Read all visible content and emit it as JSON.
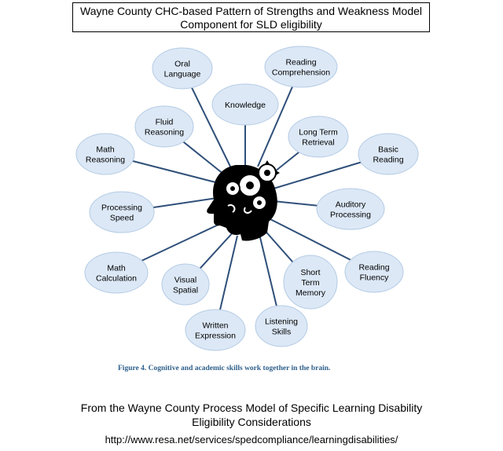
{
  "title": {
    "line1": "Wayne County CHC-based Pattern of Strengths and Weakness Model",
    "line2": "Component for SLD eligibility"
  },
  "nodes": [
    {
      "id": "oral-language",
      "label": [
        "Oral",
        "Language"
      ]
    },
    {
      "id": "reading-comprehension",
      "label": [
        "Reading",
        "Comprehension"
      ]
    },
    {
      "id": "knowledge",
      "label": [
        "Knowledge"
      ]
    },
    {
      "id": "fluid-reasoning",
      "label": [
        "Fluid",
        "Reasoning"
      ]
    },
    {
      "id": "long-term-retrieval",
      "label": [
        "Long Term",
        "Retrieval"
      ]
    },
    {
      "id": "math-reasoning",
      "label": [
        "Math",
        "Reasoning"
      ]
    },
    {
      "id": "basic-reading",
      "label": [
        "Basic",
        "Reading"
      ]
    },
    {
      "id": "processing-speed",
      "label": [
        "Processing",
        "Speed"
      ]
    },
    {
      "id": "auditory-processing",
      "label": [
        "Auditory",
        "Processing"
      ]
    },
    {
      "id": "math-calculation",
      "label": [
        "Math",
        "Calculation"
      ]
    },
    {
      "id": "reading-fluency",
      "label": [
        "Reading",
        "Fluency"
      ]
    },
    {
      "id": "visual-spatial",
      "label": [
        "Visual",
        "Spatial"
      ]
    },
    {
      "id": "short-term-memory",
      "label": [
        "Short",
        "Term",
        "Memory"
      ]
    },
    {
      "id": "written-expression",
      "label": [
        "Written",
        "Expression"
      ]
    },
    {
      "id": "listening-skills",
      "label": [
        "Listening",
        "Skills"
      ]
    }
  ],
  "caption": "Figure 4. Cognitive and academic skills work together in the brain.",
  "source": {
    "line1": "From the Wayne County Process Model of Specific Learning Disability",
    "line2": "Eligibility Considerations"
  },
  "url": "http://www.resa.net/services/spedcompliance/learningdisabilities/",
  "colors": {
    "bubble_fill": "#dce8f6",
    "bubble_stroke": "#b4cbe4",
    "connector": "#2f4f79",
    "caption": "#2e5f8a",
    "head": "#000000"
  }
}
